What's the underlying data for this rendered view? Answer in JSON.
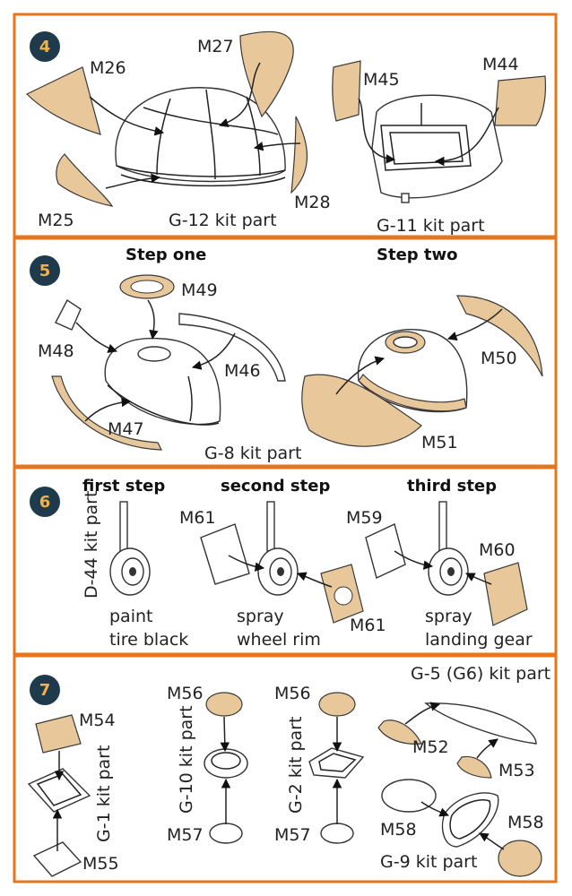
{
  "colors": {
    "frame": "#e8751a",
    "badge": "#1f3a4a",
    "badge_text": "#f2b24a",
    "mask": "#e8c79a"
  },
  "panels": [
    {
      "number": "4",
      "labels": {
        "m26": "M26",
        "m27": "M27",
        "m28": "M28",
        "m25": "M25",
        "m45": "M45",
        "m44": "M44",
        "g12": "G-12 kit part",
        "g11": "G-11 kit part"
      }
    },
    {
      "number": "5",
      "step_one": "Step one",
      "step_two": "Step two",
      "labels": {
        "m49": "M49",
        "m48": "M48",
        "m46": "M46",
        "m47": "M47",
        "m50": "M50",
        "m51": "M51",
        "g8": "G-8 kit part"
      }
    },
    {
      "number": "6",
      "first_step": "first step",
      "second_step": "second step",
      "third_step": "third step",
      "labels": {
        "d44": "D-44 kit part",
        "paint": "paint",
        "tire": "tire black",
        "m61a": "M61",
        "m61b": "M61",
        "spray1": "spray",
        "rim": "wheel rim",
        "m59": "M59",
        "m60": "M60",
        "spray2": "spray",
        "gear": "landing gear"
      }
    },
    {
      "number": "7",
      "labels": {
        "m54": "M54",
        "g1": "G-1 kit part",
        "m55": "M55",
        "m56a": "M56",
        "g10": "G-10 kit part",
        "m57a": "M57",
        "m56b": "M56",
        "g2": "G-2 kit part",
        "m57b": "M57",
        "g5": "G-5 (G6) kit part",
        "m52": "M52",
        "m53": "M53",
        "m58a": "M58",
        "m58b": "M58",
        "g9": "G-9 kit part"
      }
    }
  ]
}
